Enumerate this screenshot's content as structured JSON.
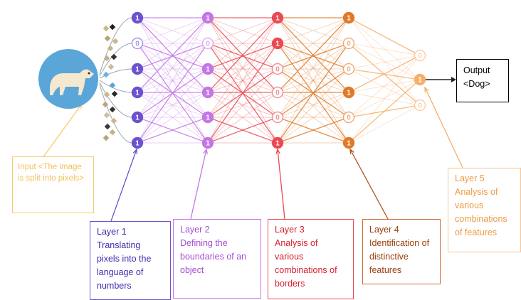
{
  "input_label": "Input <The image is split into pixels>",
  "output_label": [
    "Output",
    "<Dog>"
  ],
  "layers": [
    {
      "title": "Layer 1",
      "text": "Translating pixels into the language of numbers",
      "color": "#6c52cf"
    },
    {
      "title": "Layer 2",
      "text": "Defining the boundaries of an object",
      "color": "#c277e6"
    },
    {
      "title": "Layer 3",
      "text": "Analysis of various combinations of borders",
      "color": "#ea4a54"
    },
    {
      "title": "Layer 4",
      "text": "Identification of distinctive features",
      "color": "#e07a28"
    },
    {
      "title": "Layer 5",
      "text": "Analysis of various combinations of features",
      "color": "#f5b068"
    }
  ],
  "node_values": [
    [
      "1",
      "0",
      "1",
      "1",
      "1",
      "1"
    ],
    [
      "1",
      "0",
      "1",
      "1",
      "1",
      "1"
    ],
    [
      "1",
      "1",
      "0",
      "0",
      "0",
      "1"
    ],
    [
      "1",
      "0",
      "0",
      "1",
      "0",
      "1"
    ],
    [
      "0",
      "1",
      "0"
    ]
  ],
  "icon_names": [
    "dog-icon",
    "pixel-icon",
    "arrow-icon"
  ]
}
